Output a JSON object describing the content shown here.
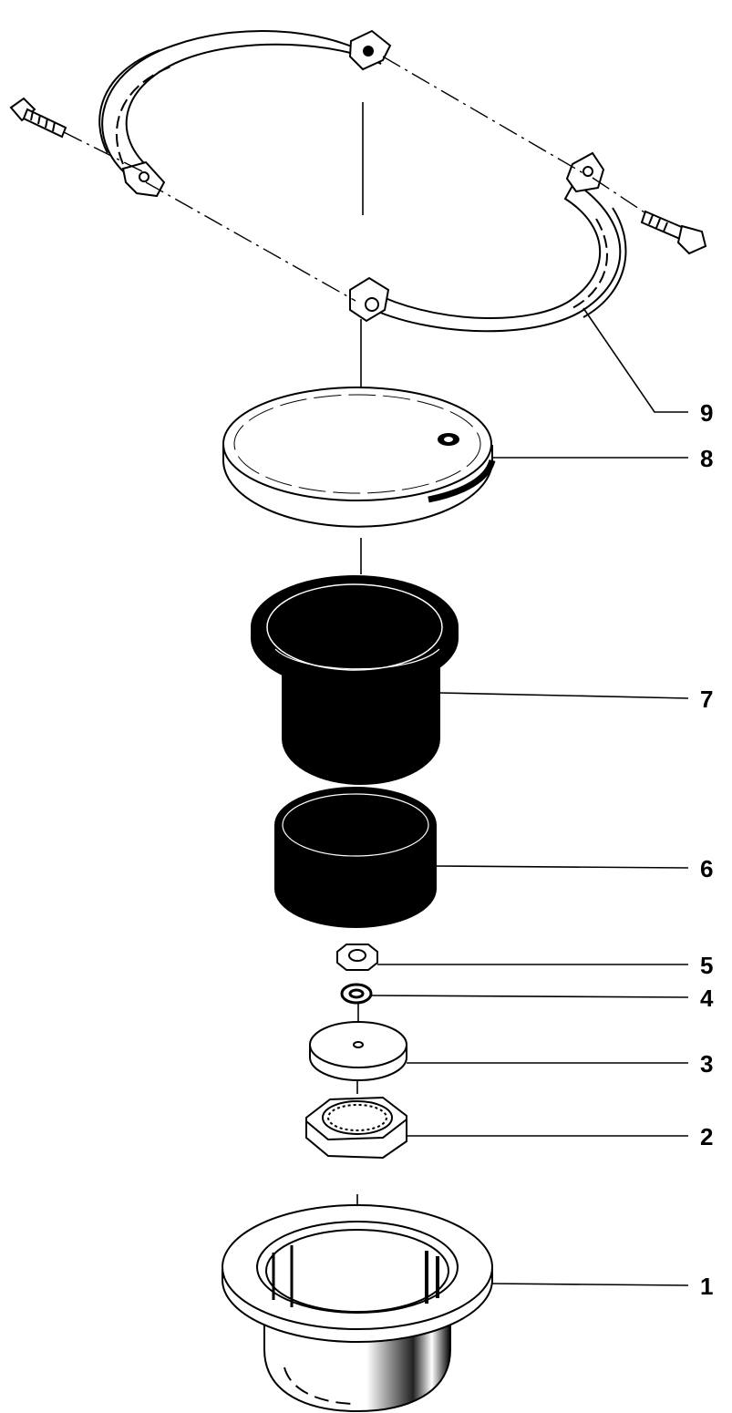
{
  "figure": {
    "type": "exploded-assembly",
    "background": "#ffffff",
    "ink": "#000000",
    "parts": [
      {
        "id": "1",
        "label": "1"
      },
      {
        "id": "2",
        "label": "2"
      },
      {
        "id": "3",
        "label": "3"
      },
      {
        "id": "4",
        "label": "4"
      },
      {
        "id": "5",
        "label": "5"
      },
      {
        "id": "6",
        "label": "6"
      },
      {
        "id": "7",
        "label": "7"
      },
      {
        "id": "8",
        "label": "8"
      },
      {
        "id": "9",
        "label": "9"
      }
    ]
  }
}
